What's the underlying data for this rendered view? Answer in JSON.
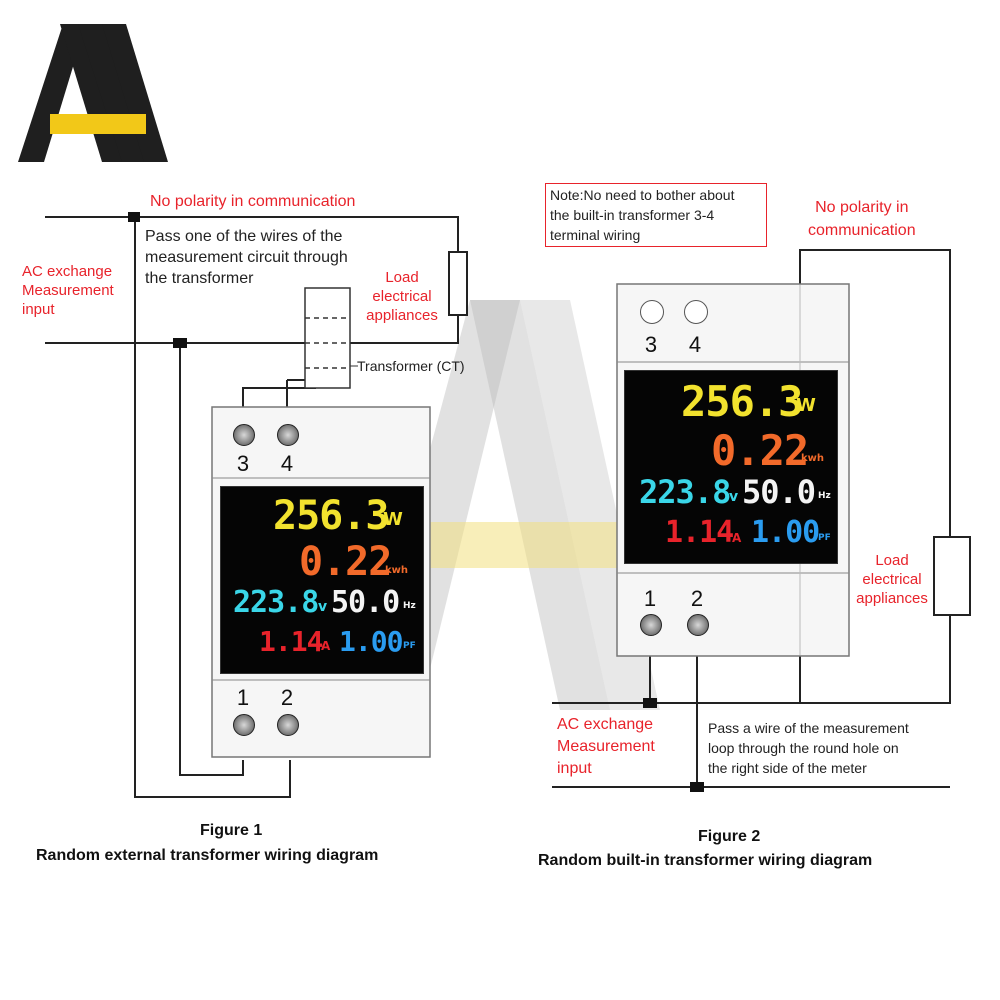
{
  "fig1": {
    "no_polarity": "No polarity in communication",
    "pass_wire": [
      "Pass one of the wires of the",
      "measurement circuit through",
      "the transformer"
    ],
    "ac_input": [
      "AC exchange",
      "Measurement",
      "input"
    ],
    "load": [
      "Load",
      "electrical",
      "appliances"
    ],
    "transformer": "Transformer (CT)",
    "terminals_top": [
      "3",
      "4"
    ],
    "terminals_bottom": [
      "1",
      "2"
    ],
    "caption_title": "Figure 1",
    "caption_sub": "Random external transformer wiring diagram"
  },
  "fig2": {
    "note": [
      "Note:No need to bother about",
      "the built-in transformer 3-4",
      "terminal wiring"
    ],
    "no_polarity": [
      "No polarity in",
      "communication"
    ],
    "load": [
      "Load",
      "electrical",
      "appliances"
    ],
    "ac_input": [
      "AC exchange",
      "Measurement",
      "input"
    ],
    "pass_wire": [
      "Pass a wire of the measurement",
      "loop through the round hole on",
      "the right side of the meter"
    ],
    "terminals_top": [
      "3",
      "4"
    ],
    "terminals_bottom": [
      "1",
      "2"
    ],
    "caption_title": "Figure 2",
    "caption_sub": "Random built-in transformer wiring diagram"
  },
  "display": {
    "power": "256.3",
    "power_unit": "W",
    "energy": "0.22",
    "energy_unit": "kwh",
    "voltage": "223.8",
    "voltage_unit": "v",
    "freq": "50.0",
    "freq_unit": "Hz",
    "current": "1.14",
    "current_unit": "A",
    "pf": "1.00",
    "pf_unit": "PF"
  },
  "colors": {
    "label_red": "#e8232b",
    "power": "#f2e22e",
    "energy": "#f26a2a",
    "voltage": "#3ad6e8",
    "frequency": "#f4f4f4",
    "current": "#e8232b",
    "power_factor": "#2a9cf0"
  }
}
